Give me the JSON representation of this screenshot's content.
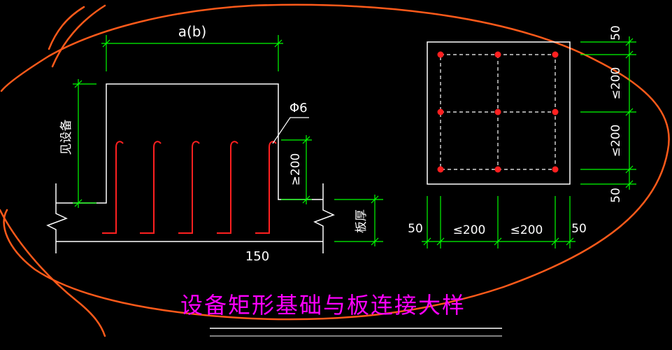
{
  "colors": {
    "background": "#000000",
    "outline": "#ffffff",
    "dimension": "#00ff00",
    "rebar": "#ff2020",
    "title": "#ff00ff",
    "markup": "#ff5a1a"
  },
  "section": {
    "width_label": "a(b)",
    "height_label": "见设备",
    "bar_label": "Φ6",
    "embed_label": "≥200",
    "slab_label": "板厚",
    "base_label": "150"
  },
  "plan": {
    "top_edge": "50",
    "spacing_upper": "≤200",
    "spacing_lower": "≤200",
    "bottom_edge": "50",
    "left_edge": "50",
    "spacing_left": "≤200",
    "spacing_right": "≤200",
    "right_edge": "50"
  },
  "title": "设备矩形基础与板连接大样"
}
